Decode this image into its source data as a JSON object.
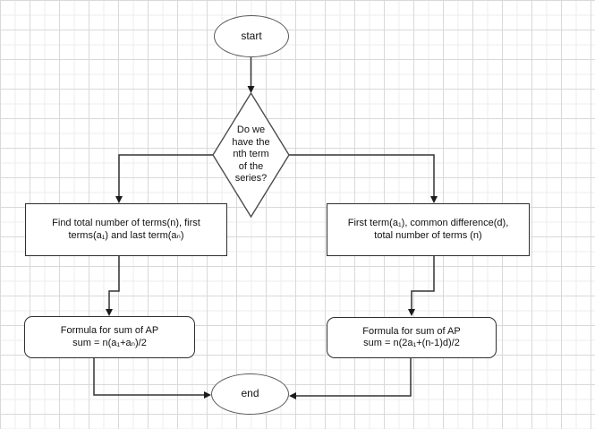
{
  "colors": {
    "canvas_bg": "#ffffff",
    "grid_major": "#d9d9d9",
    "grid_minor": "#ededed",
    "connector": "#333333",
    "shape_border": "#2f2f2f",
    "terminator_border": "#595959",
    "text": "#111111"
  },
  "nodes": {
    "start": {
      "label": "start"
    },
    "decision": {
      "text": "Do we have the nth term of the series?",
      "lines": [
        "Do we",
        "have the",
        "nth term",
        "of the",
        "series?"
      ]
    },
    "branch_left": {
      "text": "Find total number of terms(n), first terms(a₁) and last term(aₙ)",
      "lines": [
        "Find total number of terms(n), first",
        "terms(a₁) and last term(aₙ)"
      ]
    },
    "branch_right": {
      "text": "First term(a₁), common difference(d), total number of terms (n)",
      "lines": [
        "First term(a₁), common difference(d),",
        "total number of terms (n)"
      ]
    },
    "formula_left": {
      "text": "Formula for sum of AP sum = n(a₁+aₙ)/2",
      "lines": [
        "Formula for sum of AP",
        "sum = n(a₁+aₙ)/2"
      ]
    },
    "formula_right": {
      "text": "Formula for sum of AP sum = n(2a₁+(n-1)d)/2",
      "lines": [
        "Formula for sum of AP",
        "sum = n(2a₁+(n-1)d)/2"
      ]
    },
    "end": {
      "label": "end"
    }
  }
}
